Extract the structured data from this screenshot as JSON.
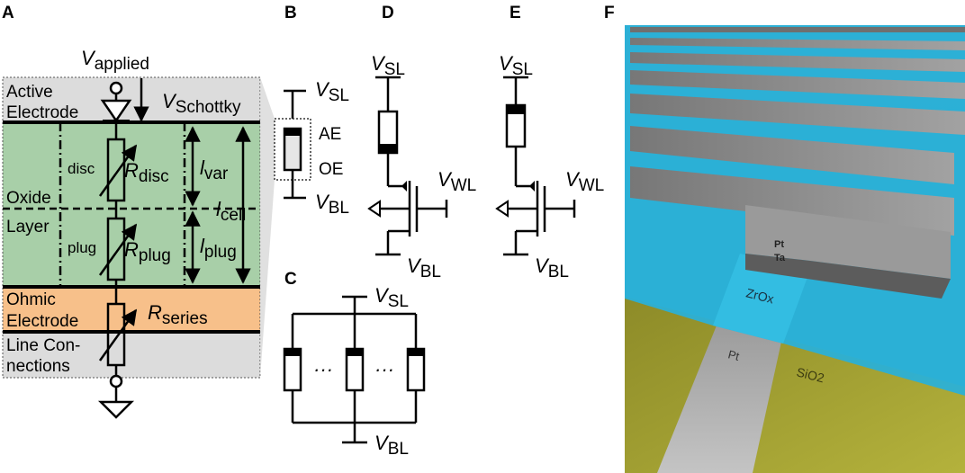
{
  "panels": {
    "a": "A",
    "b": "B",
    "c": "C",
    "d": "D",
    "e": "E",
    "f": "F"
  },
  "panelA": {
    "v_applied": {
      "v": "V",
      "sub": "applied"
    },
    "v_schottky": {
      "v": "V",
      "sub": "Schottky"
    },
    "active_electrode": [
      "Active",
      "Electrode"
    ],
    "oxide_layer": [
      "Oxide",
      "Layer"
    ],
    "ohmic_electrode": [
      "Ohmic",
      "Electrode"
    ],
    "line_connections": [
      "Line Con-",
      "nections"
    ],
    "disc": "disc",
    "plug": "plug",
    "r_disc": {
      "v": "R",
      "sub": "disc"
    },
    "r_plug": {
      "v": "R",
      "sub": "plug"
    },
    "r_series": {
      "v": "R",
      "sub": "series"
    },
    "l_var": {
      "v": "l",
      "sub": "var"
    },
    "l_plug": {
      "v": "l",
      "sub": "plug"
    },
    "l_cell": {
      "v": "l",
      "sub": "cell"
    },
    "colors": {
      "active": "#dcdcdc",
      "oxide": "#a8cfa8",
      "ohmic": "#f7c08a",
      "line": "#dcdcdc"
    }
  },
  "panelB": {
    "v_sl": {
      "v": "V",
      "sub": "SL"
    },
    "v_bl": {
      "v": "V",
      "sub": "BL"
    },
    "ae": "AE",
    "oe": "OE"
  },
  "panelC": {
    "v_sl": {
      "v": "V",
      "sub": "SL"
    },
    "v_bl": {
      "v": "V",
      "sub": "BL"
    },
    "dots": "···"
  },
  "panelD": {
    "v_sl": {
      "v": "V",
      "sub": "SL"
    },
    "v_wl": {
      "v": "V",
      "sub": "WL"
    },
    "v_bl": {
      "v": "V",
      "sub": "BL"
    }
  },
  "panelE": {
    "v_sl": {
      "v": "V",
      "sub": "SL"
    },
    "v_wl": {
      "v": "V",
      "sub": "WL"
    },
    "v_bl": {
      "v": "V",
      "sub": "BL"
    }
  },
  "panelF": {
    "pt_top": "Pt",
    "ta": "Ta",
    "zrox": "ZrOx",
    "pt_bottom": "Pt",
    "sio2": "SiO2",
    "colors": {
      "sky": "#2ea3c7",
      "surface": "#2fb3d6",
      "electrode": "#8a8a8a",
      "substrate": "#9c9a2e"
    }
  }
}
